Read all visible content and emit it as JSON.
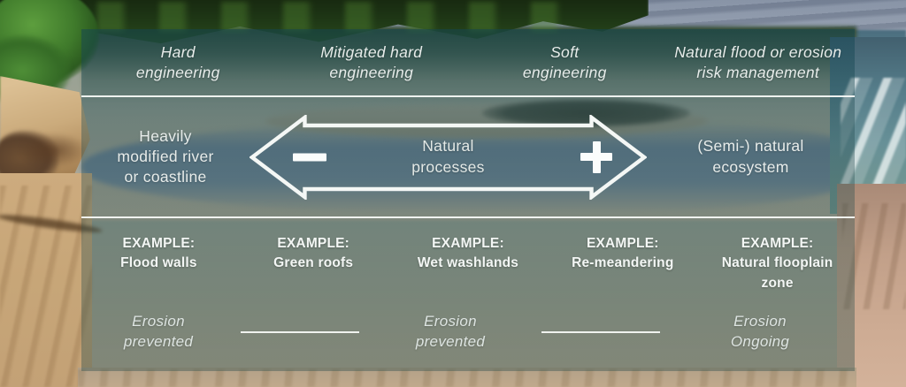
{
  "background_photo": {
    "scene": "sandy beach shoreline with treeline, eroded bank, water channel and lake surf"
  },
  "diagram": {
    "approach_row": {
      "items": [
        {
          "label": "Hard\nengineering"
        },
        {
          "label": "Mitigated hard\nengineering"
        },
        {
          "label": "Soft\nengineering"
        },
        {
          "label": "Natural flood or erosion\nrisk management"
        }
      ]
    },
    "spectrum_row": {
      "left_label": "Heavily\nmodified river\nor coastline",
      "center_label": "Natural\nprocesses",
      "right_label": "(Semi-) natural\necosystem",
      "minus_symbol": "−",
      "plus_symbol": "+"
    },
    "examples_row": {
      "items": [
        {
          "heading": "EXAMPLE:",
          "name": "Flood walls"
        },
        {
          "heading": "EXAMPLE:",
          "name": "Green roofs"
        },
        {
          "heading": "EXAMPLE:",
          "name": "Wet washlands"
        },
        {
          "heading": "EXAMPLE:",
          "name": "Re-meandering"
        },
        {
          "heading": "EXAMPLE:",
          "name": "Natural flooplain\nzone"
        }
      ]
    },
    "erosion_row": {
      "items": [
        {
          "label": "Erosion\nprevented"
        },
        {
          "label": "Erosion\nprevented"
        },
        {
          "label": "Erosion\nOngoing"
        }
      ]
    },
    "colors": {
      "overlay_teal": "#1e4e56",
      "line_white": "#f7faf8",
      "text_white": "#e9eeec"
    }
  }
}
